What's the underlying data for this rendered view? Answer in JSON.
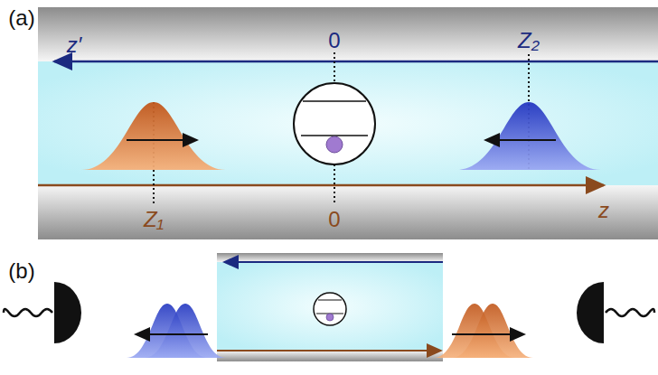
{
  "diagram": {
    "labels": [
      "(a)",
      "z′",
      "0",
      "Z₂",
      "Z₁",
      "0",
      "z",
      "(b)"
    ]
  }
}
